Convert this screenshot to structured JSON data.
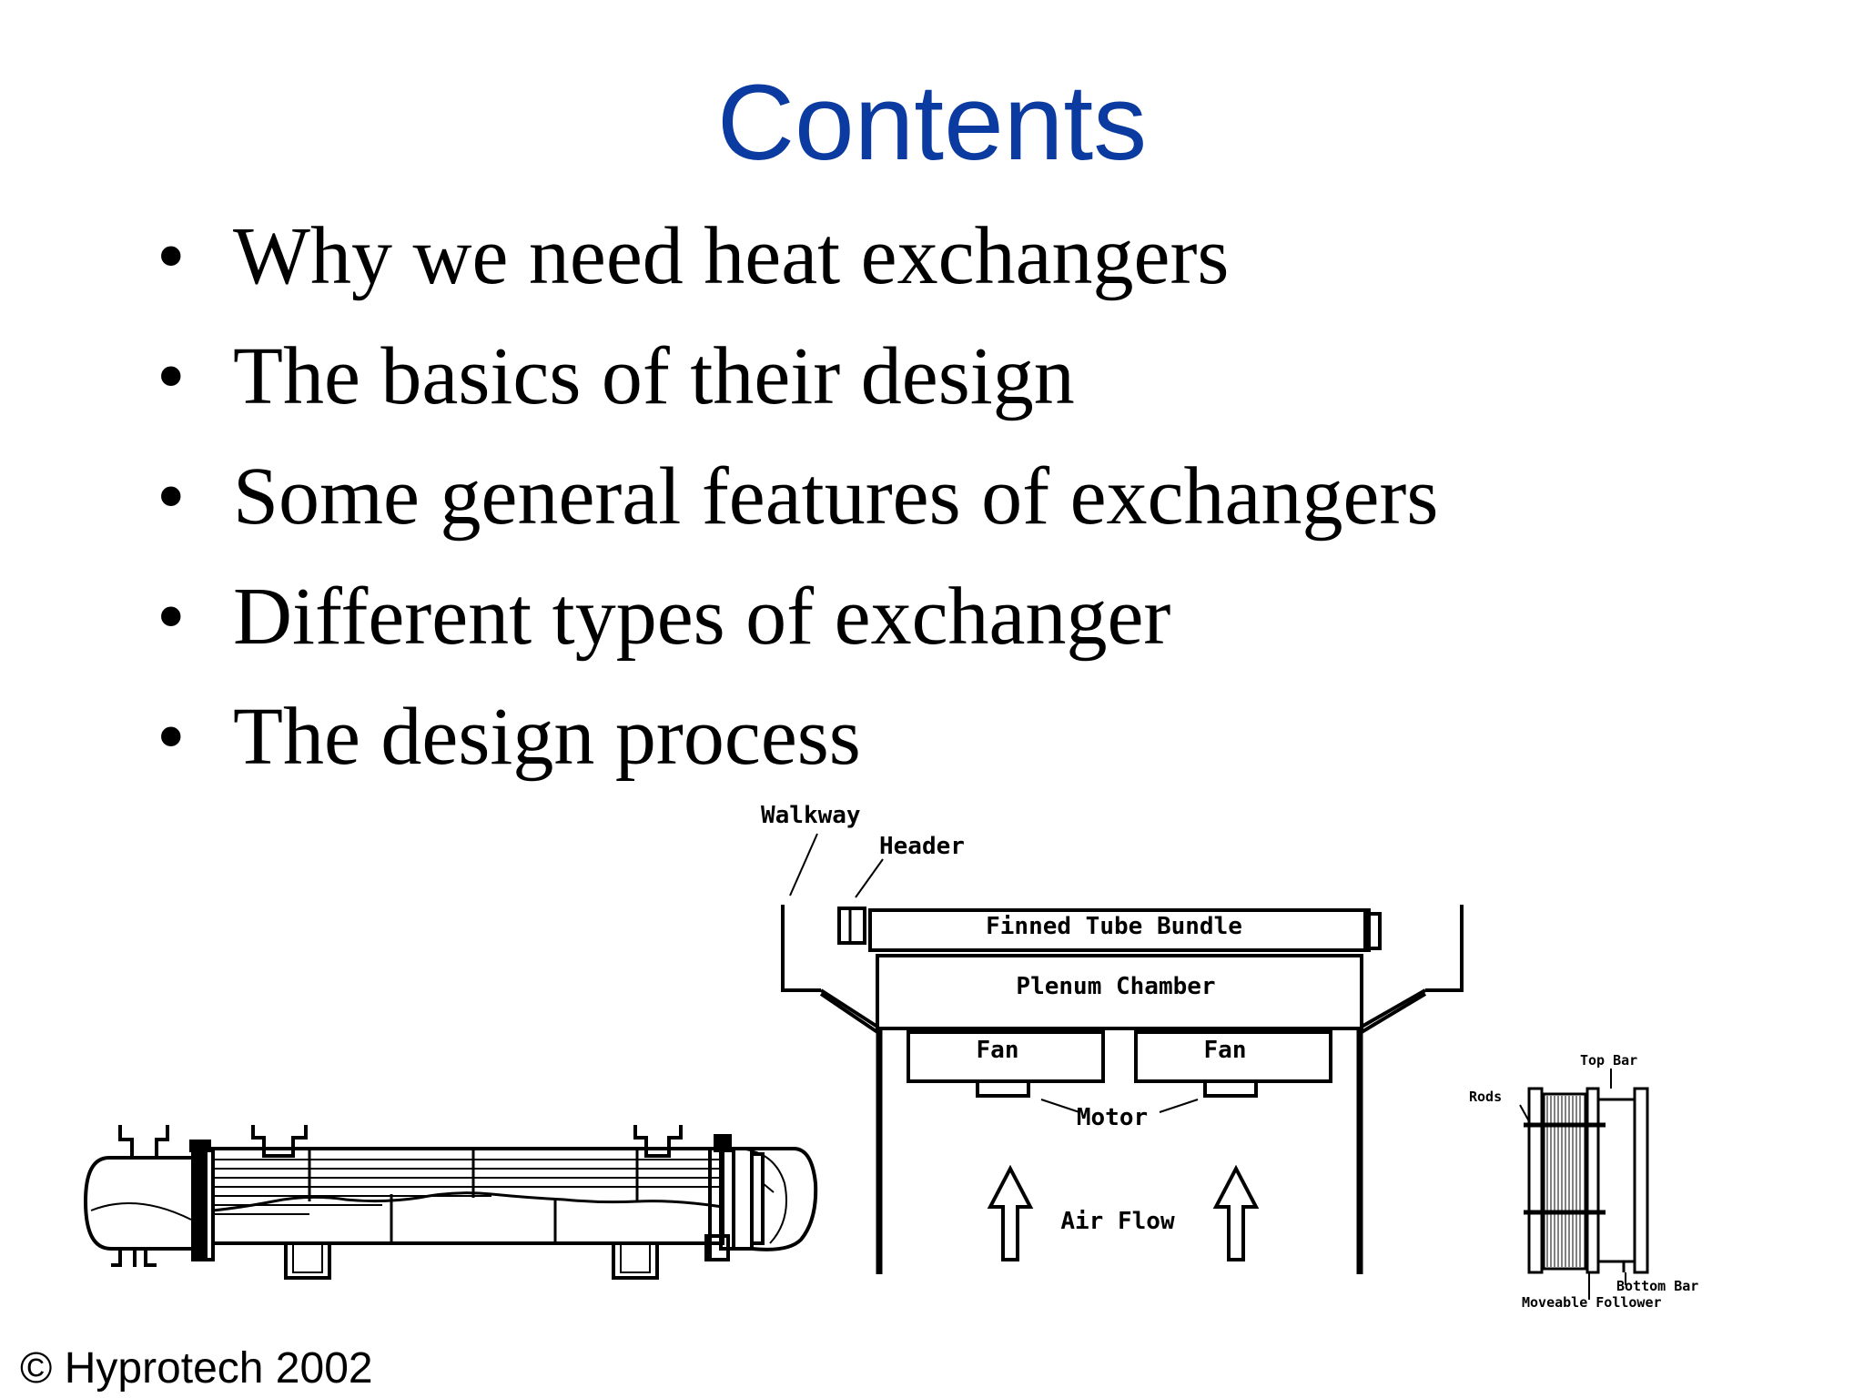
{
  "slide": {
    "title": "Contents",
    "bullet_marker": "•",
    "bullets": [
      "Why we need heat exchangers",
      "The basics of their design",
      "Some general features of exchangers",
      "Different types of exchanger",
      "The design process"
    ],
    "footer": "© Hyprotech 2002"
  },
  "air_cooler_diagram": {
    "walkway": "Walkway",
    "header": "Header",
    "finned_tube_bundle": "Finned Tube Bundle",
    "plenum_chamber": "Plenum Chamber",
    "fan_left": "Fan",
    "fan_right": "Fan",
    "motor": "Motor",
    "air_flow": "Air Flow"
  },
  "plate_exchanger_diagram": {
    "top_bar": "Top Bar",
    "rods": "Rods",
    "bottom_bar": "Bottom Bar",
    "moveable_follower": "Moveable Follower"
  }
}
